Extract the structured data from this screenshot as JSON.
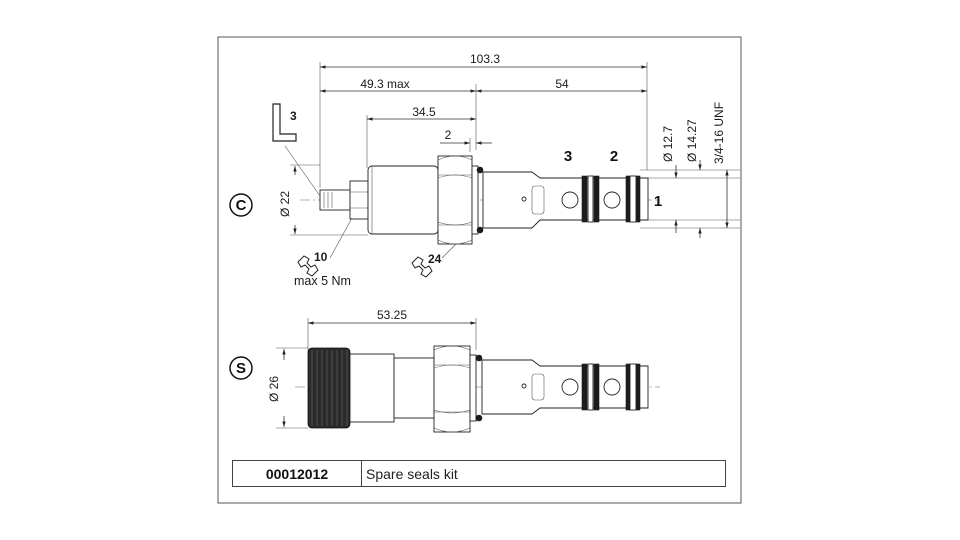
{
  "dimensions": {
    "overall_length": "103.3",
    "adjust_length": "49.3 max",
    "cartridge_length": "54",
    "nut_offset": "34.5",
    "small_gap": "2",
    "dia_small": "Ø 12.7",
    "dia_large": "Ø 14.27",
    "thread": "3/4-16 UNF",
    "dia_c_body": "Ø 22",
    "s_length": "53.25",
    "dia_s_body": "Ø 26"
  },
  "ports": {
    "p3": "3",
    "p2": "2",
    "p1": "1"
  },
  "hex_key_size": "3",
  "wrench_small": "10",
  "wrench_large": "24",
  "torque": "max 5 Nm",
  "variant_c": "C",
  "variant_s": "S",
  "spare_kit": {
    "code": "00012012",
    "description": "Spare seals kit"
  }
}
